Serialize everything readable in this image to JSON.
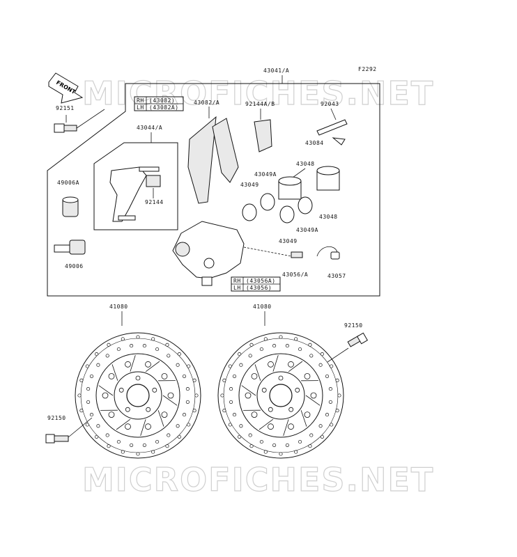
{
  "figure_code": "F2292",
  "front_label": "FRONT",
  "watermark": "MICROFICHES.NET",
  "labels": {
    "p43041": "43041/A",
    "p92151": "92151",
    "p43082a": "43082/A",
    "p92144ab": "92144A/B",
    "p92043": "92043",
    "p43084": "43084",
    "p43044": "43044/A",
    "p49006a": "49006A",
    "p43048a": "43048",
    "p43049a_1": "43049A",
    "p43049_1": "43049",
    "p92144": "92144",
    "p43048b": "43048",
    "p43049a_2": "43049A",
    "p43049_2": "43049",
    "p49006": "49006",
    "p43056": "43056/A",
    "p43057": "43057",
    "p41080_l": "41080",
    "p41080_r": "41080",
    "p92150_r": "92150",
    "p92150_l": "92150"
  },
  "table_pads": {
    "rh_key": "RH",
    "rh_val": "(43082)",
    "lh_key": "LH",
    "lh_val": "(43082A)"
  },
  "table_caliper": {
    "rh_key": "RH",
    "rh_val": "(43056A)",
    "lh_key": "LH",
    "lh_val": "(43056)"
  }
}
